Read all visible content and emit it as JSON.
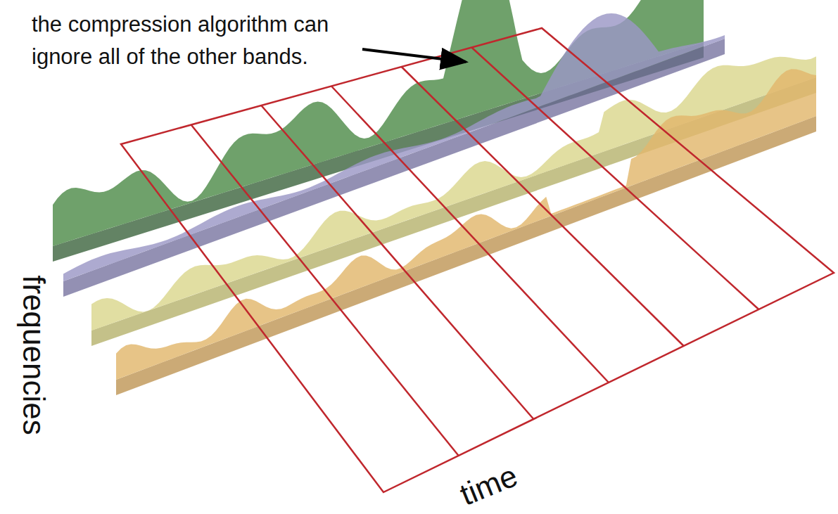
{
  "diagram": {
    "labels": [
      "the compression algorithm can ignore all of the other bands.",
      "frequencies",
      "time"
    ]
  }
}
